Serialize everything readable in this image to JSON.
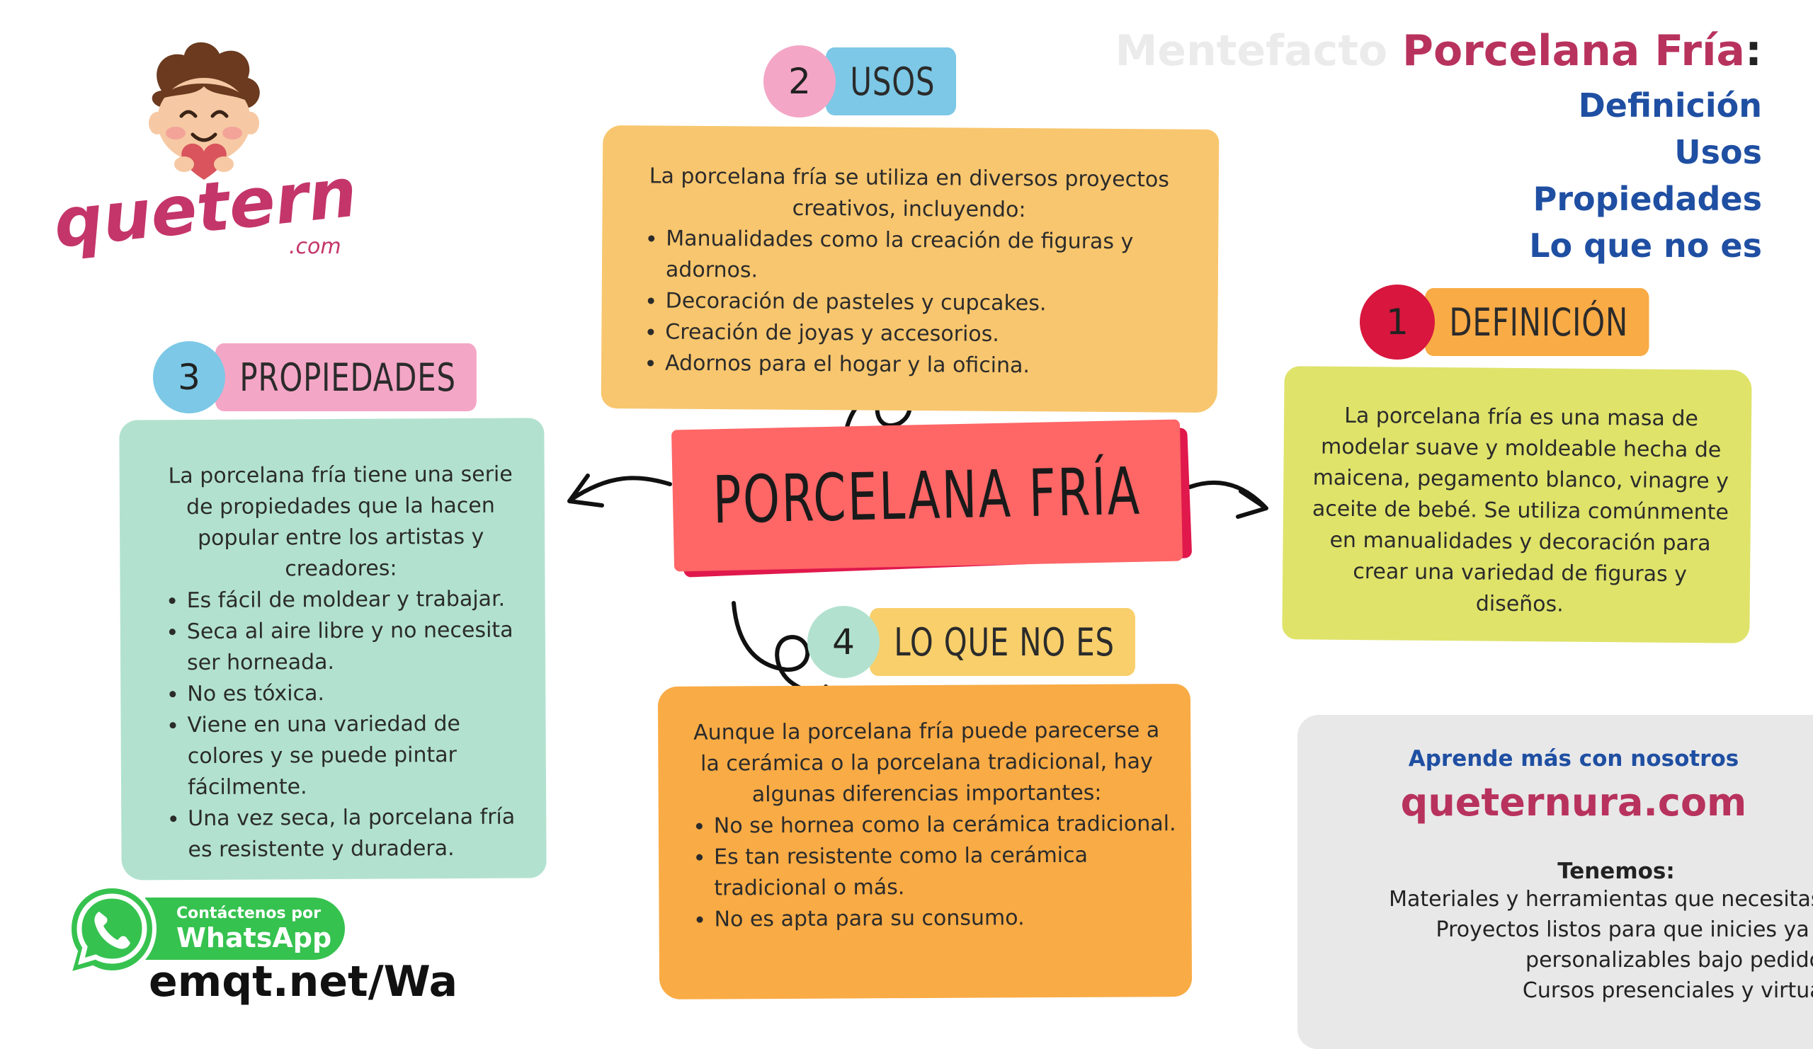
{
  "logo": {
    "wordmark": "queternura",
    "suffix": ".com"
  },
  "header": {
    "title_prefix": "Mentefacto",
    "title_main": "Porcelana Fría",
    "title_colon": ":",
    "nav": [
      "Definición",
      "Usos",
      "Propiedades",
      "Lo que no es"
    ]
  },
  "central": {
    "label": "PORCELANA FRÍA"
  },
  "sections": {
    "definicion": {
      "number": "1",
      "label": "DEFINICIÓN",
      "text": "La porcelana fría es una masa de modelar suave y moldeable hecha de maicena, pegamento blanco, vinagre y aceite de bebé. Se utiliza comúnmente en manualidades y decoración para crear una variedad de figuras y diseños."
    },
    "usos": {
      "number": "2",
      "label": "USOS",
      "intro": "La porcelana fría se utiliza en diversos proyectos creativos, incluyendo:",
      "items": [
        "Manualidades como la creación de figuras y adornos.",
        "Decoración de pasteles y cupcakes.",
        "Creación de joyas y accesorios.",
        "Adornos para el hogar y la oficina."
      ]
    },
    "propiedades": {
      "number": "3",
      "label": "PROPIEDADES",
      "intro": "La porcelana fría tiene una serie de propiedades que la hacen popular entre los artistas y creadores:",
      "items": [
        "Es fácil de moldear y trabajar.",
        "Seca al aire libre y no necesita ser horneada.",
        "No es tóxica.",
        "Viene en una variedad de colores y se puede pintar fácilmente.",
        "Una vez seca, la porcelana fría es resistente y duradera."
      ]
    },
    "lo_que_no_es": {
      "number": "4",
      "label": "LO QUE NO ES",
      "intro": "Aunque la porcelana fría puede parecerse a la cerámica o la porcelana tradicional, hay algunas diferencias importantes:",
      "items": [
        "No se hornea como la cerámica tradicional.",
        "Es tan resistente como la cerámica tradicional o  más.",
        "No es apta para su consumo."
      ]
    }
  },
  "info": {
    "learn": "Aprende más con nosotros",
    "site": "queternura.com",
    "tenemos": "Tenemos:",
    "lines": [
      "Materiales y herramientas que necesitas.",
      "Proyectos listos para que inicies ya y",
      "personalizables bajo pedido.",
      "Cursos presenciales y virtual"
    ]
  },
  "whatsapp": {
    "small": "Contáctenos por",
    "big": "WhatsApp",
    "link": "emqt.net/Wa"
  },
  "colors": {
    "brand": "#b8325e",
    "nav_blue": "#1f4fa2",
    "central": "#ff6666",
    "central_shadow": "#e0184c",
    "usos": "#f8c66e",
    "propiedades": "#b2e2cf",
    "definicion": "#dfe36a",
    "lo_que_no_es": "#f9ab45",
    "info": "#e8e8e8",
    "whatsapp": "#36c24f"
  },
  "icons": [
    "boy-holding-heart-icon",
    "whatsapp-icon",
    "arrow-icon"
  ]
}
